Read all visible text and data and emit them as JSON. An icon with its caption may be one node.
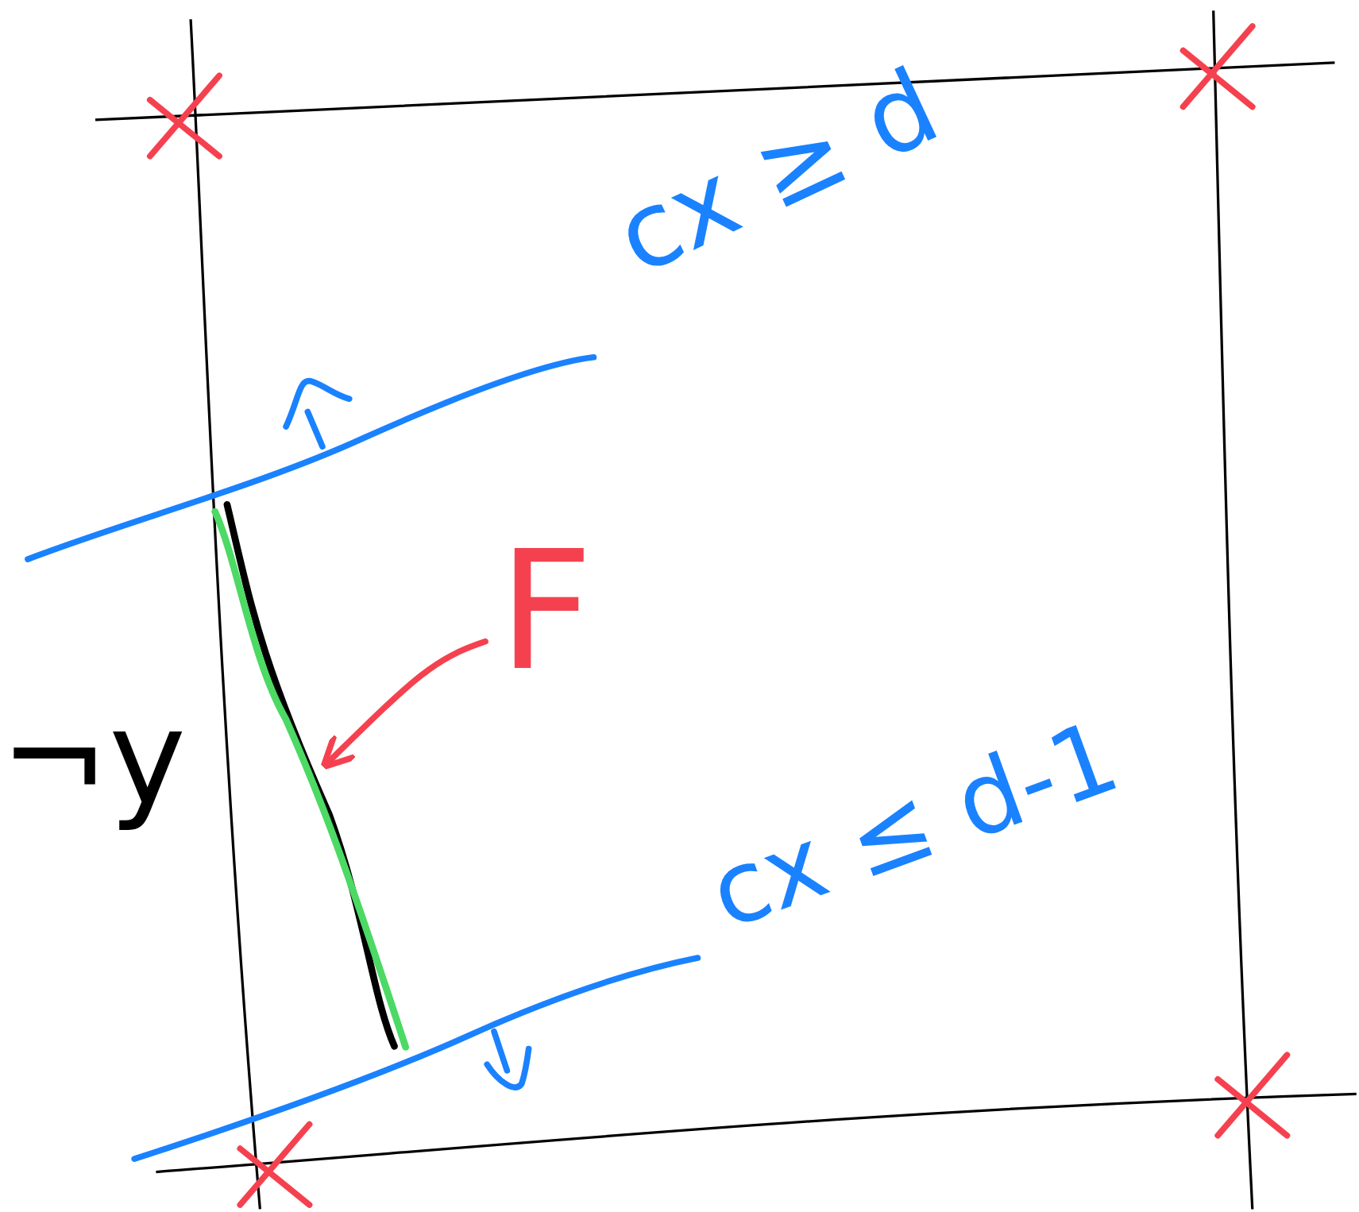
{
  "diagram": {
    "nodes": [
      {
        "text": [
          "F"
        ]
      },
      {
        "text": [],
        "shape": "line"
      }
    ],
    "edges": [
      {
        "from": 0,
        "to": 1,
        "arrow": "to"
      }
    ],
    "labels": [
      "cx ≥ d",
      "¬y",
      "cx ≤ d-1"
    ]
  }
}
